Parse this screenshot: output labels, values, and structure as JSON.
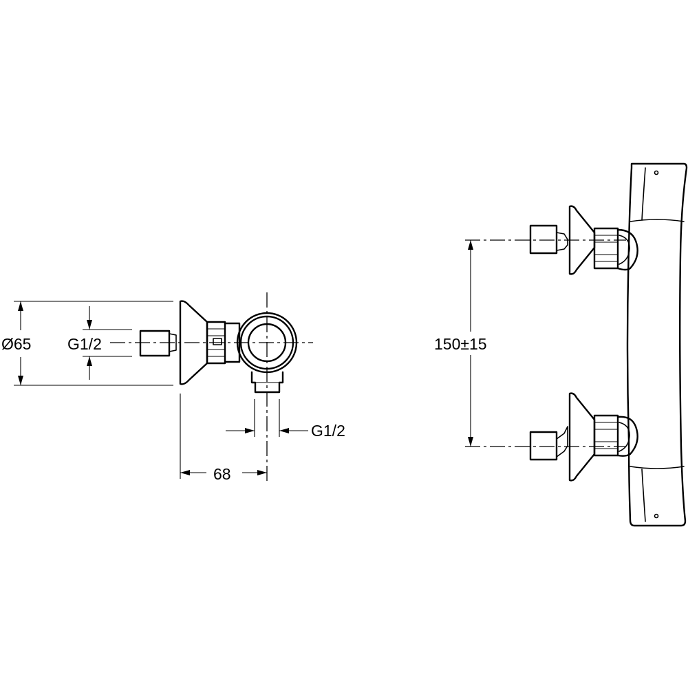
{
  "dimensions": {
    "diameter": "Ø65",
    "inlet_thread": "G1/2",
    "outlet_thread": "G1/2",
    "depth": "68",
    "centre_distance": "150±15"
  }
}
